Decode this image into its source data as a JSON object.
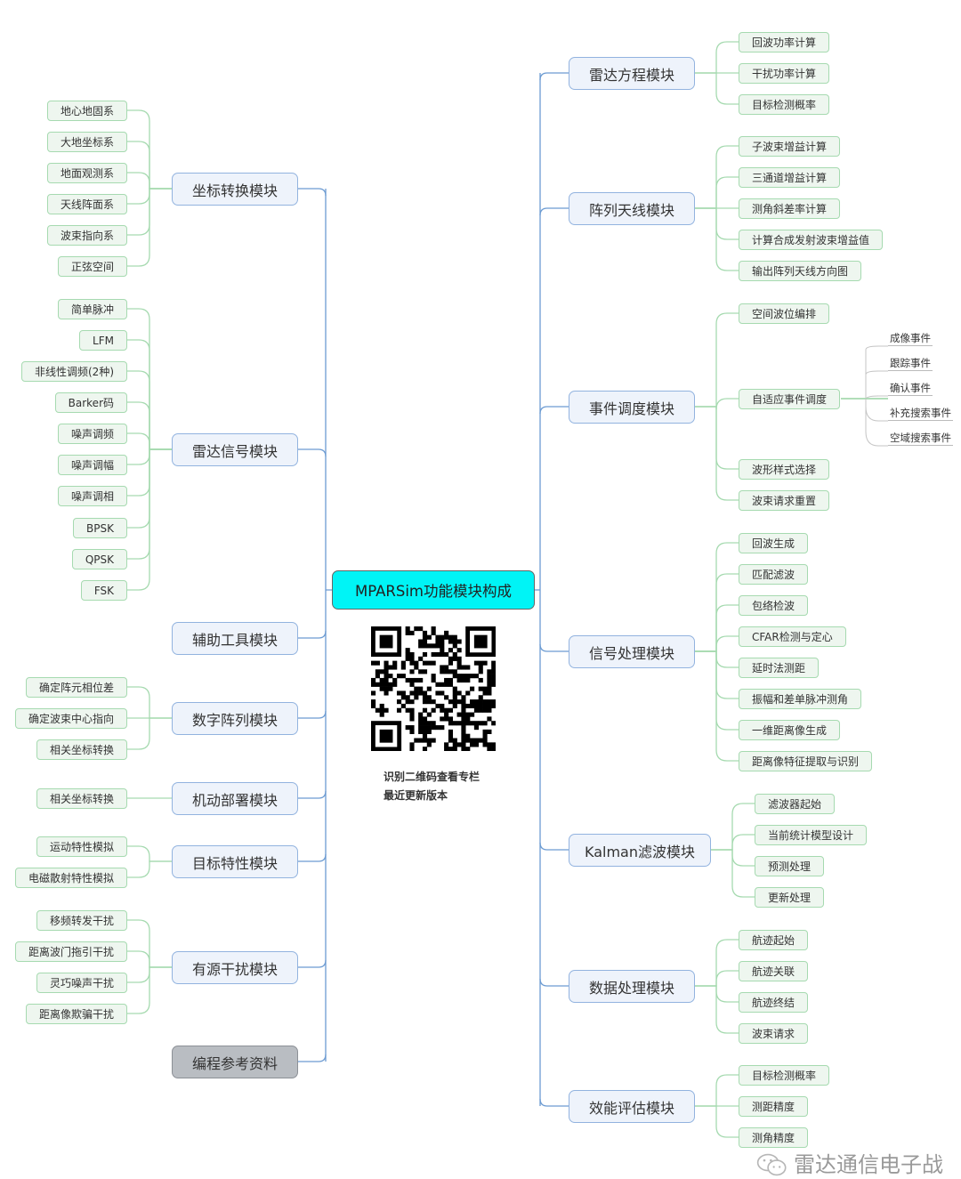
{
  "central": {
    "label": "MPARSim功能模块构成"
  },
  "qr": {
    "caption_line1": "识别二维码查看专栏",
    "caption_line2": "最近更新版本"
  },
  "watermark": {
    "text": "雷达通信电子战",
    "icon": "wechat-icon"
  },
  "colors": {
    "central": "#00f4f6",
    "module": "#eef3fb",
    "leaf": "#eef6ef",
    "module_line": "#6c9bd2",
    "leaf_line": "#a6dab0"
  },
  "left_modules": [
    {
      "label": "坐标转换模块",
      "leaves": [
        "地心地固系",
        "大地坐标系",
        "地面观测系",
        "天线阵面系",
        "波束指向系",
        "正弦空间"
      ]
    },
    {
      "label": "雷达信号模块",
      "leaves": [
        "简单脉冲",
        "LFM",
        "非线性调频(2种)",
        "Barker码",
        "噪声调频",
        "噪声调幅",
        "噪声调相",
        "BPSK",
        "QPSK",
        "FSK"
      ]
    },
    {
      "label": "辅助工具模块",
      "leaves": []
    },
    {
      "label": "数字阵列模块",
      "leaves": [
        "确定阵元相位差",
        "确定波束中心指向",
        "相关坐标转换"
      ]
    },
    {
      "label": "机动部署模块",
      "leaves": [
        "相关坐标转换"
      ]
    },
    {
      "label": "目标特性模块",
      "leaves": [
        "运动特性模拟",
        "电磁散射特性模拟"
      ]
    },
    {
      "label": "有源干扰模块",
      "leaves": [
        "移频转发干扰",
        "距离波门拖引干扰",
        "灵巧噪声干扰",
        "距离像欺骗干扰"
      ]
    },
    {
      "label": "编程参考资料",
      "leaves": []
    }
  ],
  "right_modules": [
    {
      "label": "雷达方程模块",
      "leaves": [
        "回波功率计算",
        "干扰功率计算",
        "目标检测概率"
      ]
    },
    {
      "label": "阵列天线模块",
      "leaves": [
        "子波束增益计算",
        "三通道增益计算",
        "测角斜差率计算",
        "计算合成发射波束增益值",
        "输出阵列天线方向图"
      ]
    },
    {
      "label": "事件调度模块",
      "leaves": [
        "空间波位编排",
        "自适应事件调度",
        "波形样式选择",
        "波束请求重置"
      ],
      "sub_leaves": [
        "成像事件",
        "跟踪事件",
        "确认事件",
        "补充搜索事件",
        "空域搜索事件"
      ]
    },
    {
      "label": "信号处理模块",
      "leaves": [
        "回波生成",
        "匹配滤波",
        "包络检波",
        "CFAR检测与定心",
        "延时法测距",
        "振幅和差单脉冲测角",
        "一维距离像生成",
        "距离像特征提取与识别"
      ]
    },
    {
      "label": "Kalman滤波模块",
      "leaves": [
        "滤波器起始",
        "当前统计模型设计",
        "预测处理",
        "更新处理"
      ]
    },
    {
      "label": "数据处理模块",
      "leaves": [
        "航迹起始",
        "航迹关联",
        "航迹终结",
        "波束请求"
      ]
    },
    {
      "label": "效能评估模块",
      "leaves": [
        "目标检测概率",
        "测距精度",
        "测角精度"
      ]
    }
  ]
}
